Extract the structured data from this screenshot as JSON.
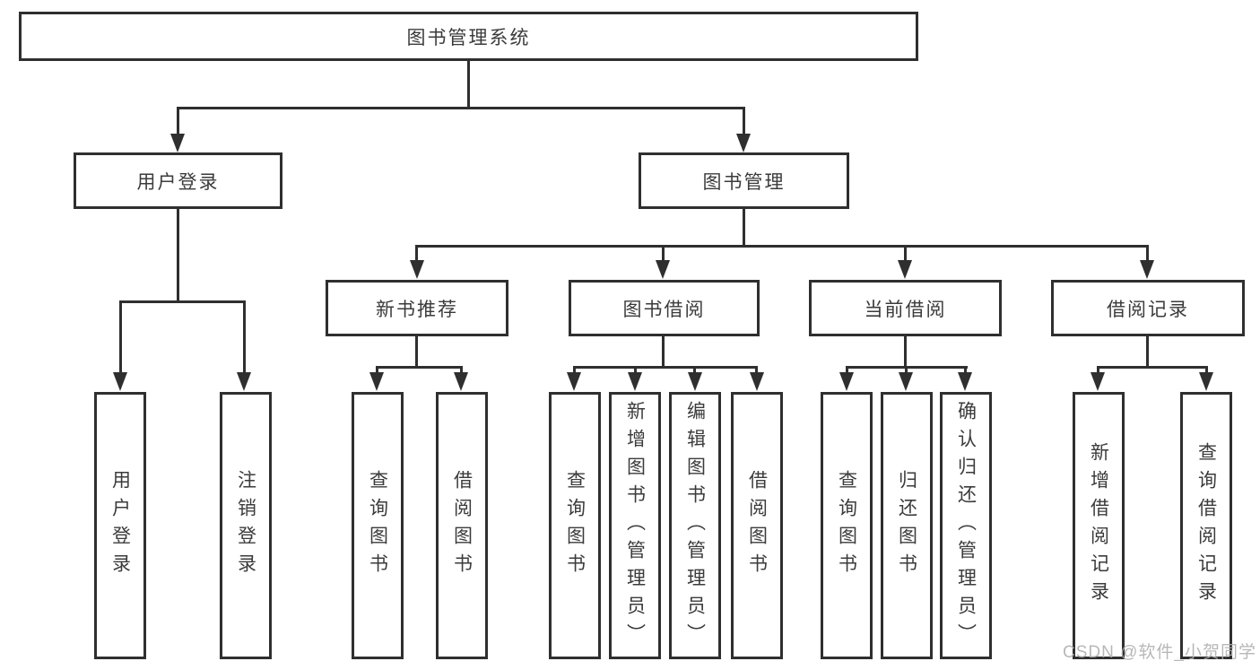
{
  "tree": {
    "label": "图书管理系统",
    "children": [
      {
        "label": "用户登录",
        "children": [
          {
            "label": "用户登录"
          },
          {
            "label": "注销登录"
          }
        ]
      },
      {
        "label": "图书管理",
        "children": [
          {
            "label": "新书推荐",
            "children": [
              {
                "label": "查询图书"
              },
              {
                "label": "借阅图书"
              }
            ]
          },
          {
            "label": "图书借阅",
            "children": [
              {
                "label": "查询图书"
              },
              {
                "label": "新增图书（管理员）"
              },
              {
                "label": "编辑图书（管理员）"
              },
              {
                "label": "借阅图书"
              }
            ]
          },
          {
            "label": "当前借阅",
            "children": [
              {
                "label": "查询图书"
              },
              {
                "label": "归还图书"
              },
              {
                "label": "确认归还（管理员）"
              }
            ]
          },
          {
            "label": "借阅记录",
            "children": [
              {
                "label": "新增借阅记录"
              },
              {
                "label": "查询借阅记录"
              }
            ]
          }
        ]
      }
    ]
  },
  "watermark": "CSDN @软件_小贺同学",
  "colors": {
    "line": "#2f2f2f",
    "text": "#3b3b3b",
    "watermark": "#b0b0b0"
  }
}
